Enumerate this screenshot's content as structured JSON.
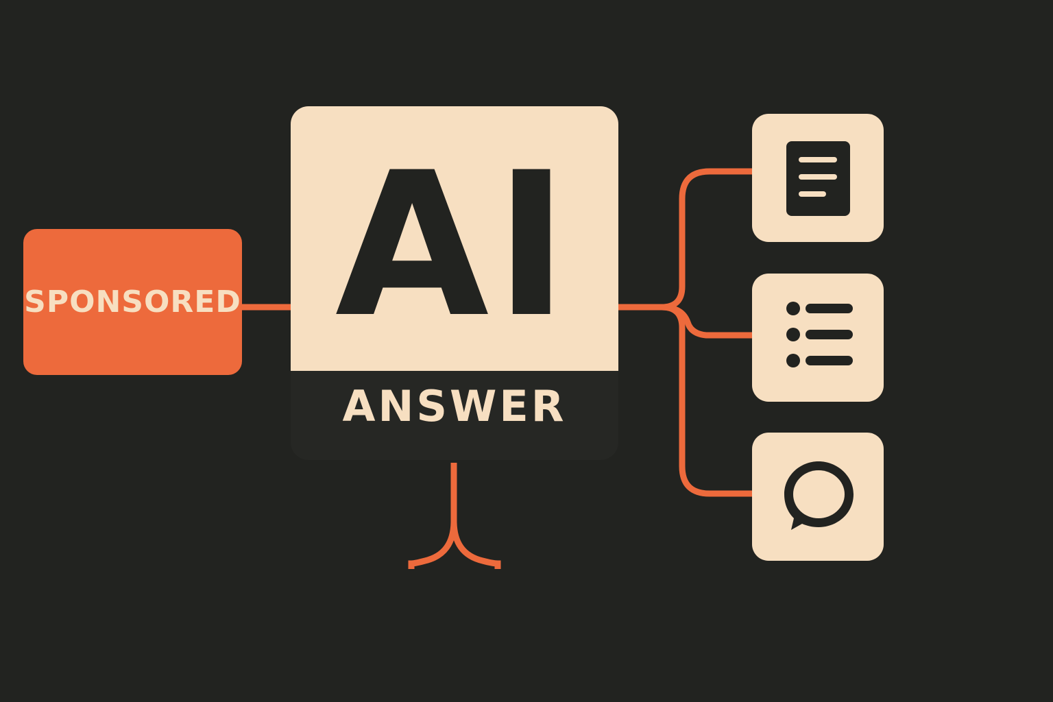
{
  "diagram": {
    "source_node": {
      "label": "SPONSORED"
    },
    "central_node": {
      "mark": "AI",
      "label": "ANSWER"
    },
    "output_nodes": [
      {
        "icon": "document-icon"
      },
      {
        "icon": "list-icon"
      },
      {
        "icon": "chat-bubble-icon"
      }
    ]
  },
  "colors": {
    "background": "#222320",
    "accent": "#ed6a3c",
    "cream": "#f7dfc1",
    "dark_text": "#222320"
  }
}
